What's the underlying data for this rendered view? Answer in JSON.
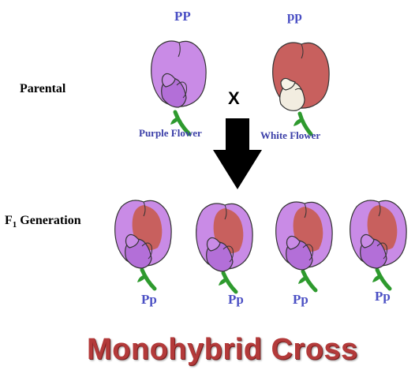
{
  "parental": {
    "label": "Parental",
    "left": {
      "genotype": "PP",
      "caption": "Purple Flower"
    },
    "right": {
      "genotype": "pp",
      "caption": "White Flower"
    },
    "cross_symbol": "X"
  },
  "f1": {
    "label_main": "F",
    "label_sub": "1",
    "label_rest": " Generation",
    "offspring": [
      {
        "genotype": "Pp"
      },
      {
        "genotype": "Pp"
      },
      {
        "genotype": "Pp"
      },
      {
        "genotype": "Pp"
      }
    ]
  },
  "title": "Monohybrid Cross",
  "colors": {
    "purple_petal": "#c98be6",
    "purple_dark": "#a65fcf",
    "red_petal": "#c8605e",
    "white_keel": "#f2ede0",
    "stem": "#2e9a2e",
    "arrow": "#000000",
    "genotype_text": "#4a4fc4",
    "title": "#b33a3a"
  }
}
